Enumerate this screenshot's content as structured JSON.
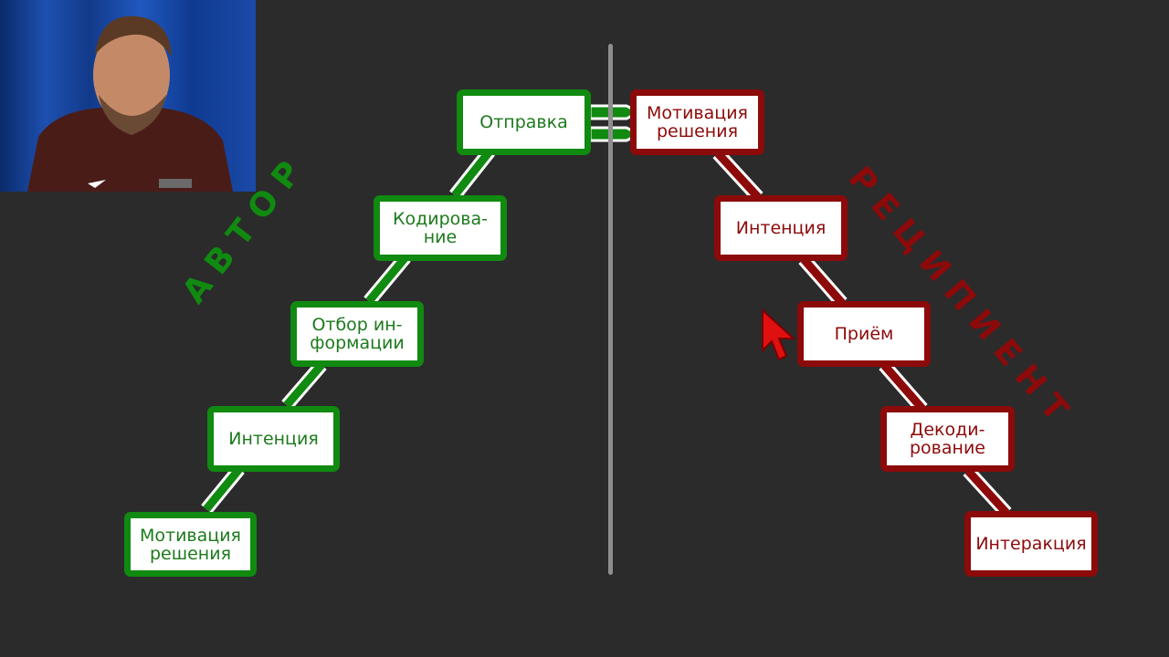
{
  "author_label": "АВТОР",
  "recipient_label": "РЕЦИПИЕНТ",
  "author_steps": [
    {
      "label": "Мотивация\nрешения"
    },
    {
      "label": "Интенция"
    },
    {
      "label": "Отбор ин-\nформации"
    },
    {
      "label": "Кодирова-\nние"
    },
    {
      "label": "Отправка"
    }
  ],
  "recipient_steps": [
    {
      "label": "Мотивация\nрешения"
    },
    {
      "label": "Интенция"
    },
    {
      "label": "Приём"
    },
    {
      "label": "Декоди-\nрование"
    },
    {
      "label": "Интеракция"
    }
  ],
  "colors": {
    "author": "#108a10",
    "recipient": "#8c0a0a",
    "background": "#2b2b2b",
    "divider": "#8e8e8e",
    "cursor": "#e01010"
  },
  "video_overlay": {
    "icon": "presenter-video-feed"
  }
}
